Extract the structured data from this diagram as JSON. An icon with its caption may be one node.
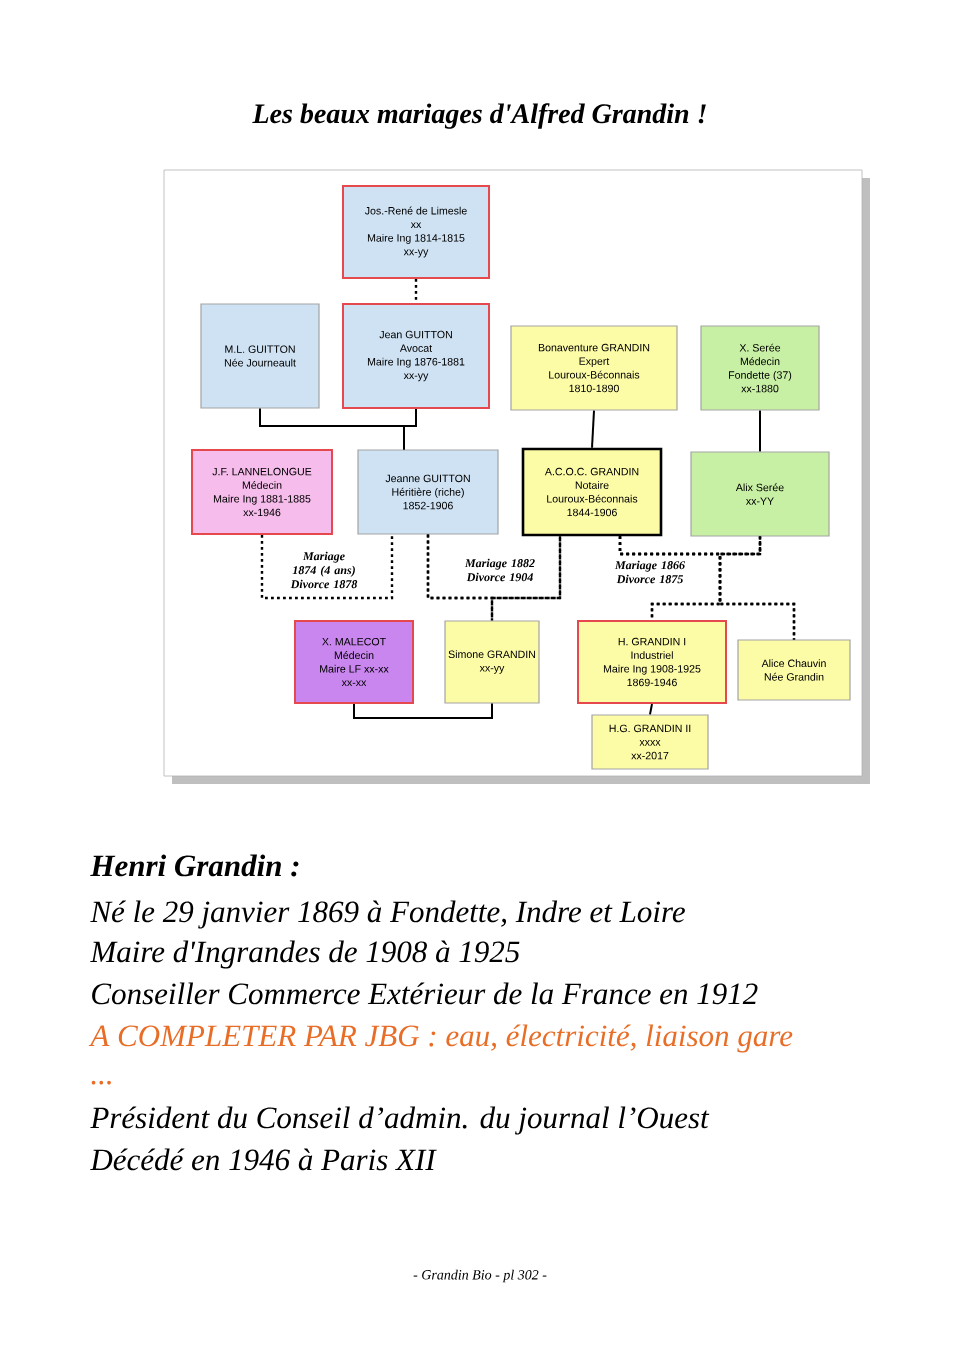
{
  "diagram": {
    "title": "Les beaux mariages d'Alfred Grandin !",
    "nodes": [
      {
        "text": [
          "Jos.-René de Limesle",
          "xx",
          "Maire Ing 1814-1815",
          "xx-yy"
        ]
      },
      {
        "text": [
          "M.L. GUITTON",
          "Née Journeault"
        ]
      },
      {
        "text": [
          "Jean GUITTON",
          "Avocat",
          "Maire Ing 1876-1881",
          "xx-yy"
        ]
      },
      {
        "text": [
          "Bonaventure GRANDIN",
          "Expert",
          "Louroux-Béconnais",
          "1810-1890"
        ]
      },
      {
        "text": [
          "X. Serée",
          "Médecin",
          "Fondette (37)",
          "xx-1880"
        ]
      },
      {
        "text": [
          "J.F. LANNELONGUE",
          "Médecin",
          "Maire Ing 1881-1885",
          "xx-1946"
        ]
      },
      {
        "text": [
          "Jeanne GUITTON",
          "Héritière (riche)",
          "1852-1906"
        ]
      },
      {
        "text": [
          "A.C.O.C. GRANDIN",
          "Notaire",
          "Louroux-Béconnais",
          "1844-1906"
        ]
      },
      {
        "text": [
          "Alix Serée",
          "xx-YY"
        ]
      },
      {
        "text": [
          "X. MALECOT",
          "Médecin",
          "Maire LF xx-xx",
          "xx-xx"
        ]
      },
      {
        "text": [
          "Simone GRANDIN",
          "xx-yy"
        ]
      },
      {
        "text": [
          "H. GRANDIN I",
          "Industriel",
          "Maire Ing 1908-1925",
          "1869-1946"
        ]
      },
      {
        "text": [
          "Alice Chauvin",
          "Née Grandin"
        ]
      },
      {
        "text": [
          "H.G. GRANDIN II",
          "xxxx",
          "xx-2017"
        ]
      }
    ],
    "edges": [
      {
        "from": 0,
        "to": 2,
        "arrow": "none",
        "style": "dashed"
      },
      {
        "from": 1,
        "to": 6,
        "arrow": "none"
      },
      {
        "from": 2,
        "to": 6,
        "arrow": "none"
      },
      {
        "from": 3,
        "to": 7,
        "arrow": "none"
      },
      {
        "from": 4,
        "to": 8,
        "arrow": "none"
      },
      {
        "from": 5,
        "to": 6,
        "arrow": "none",
        "style": "dashed",
        "label": "Mariage 1874 (4 ans) Divorce 1878"
      },
      {
        "from": 6,
        "to": 7,
        "arrow": "none",
        "style": "dashed",
        "label": "Mariage 1882 Divorce 1904"
      },
      {
        "from": 6,
        "to": 10,
        "arrow": "none",
        "style": "dashed"
      },
      {
        "from": 7,
        "to": 10,
        "arrow": "none",
        "style": "dashed"
      },
      {
        "from": 7,
        "to": 8,
        "arrow": "none",
        "style": "dashed",
        "label": "Mariage 1866 Divorce 1875"
      },
      {
        "from": 7,
        "to": 11,
        "arrow": "none",
        "style": "dashed"
      },
      {
        "from": 8,
        "to": 11,
        "arrow": "none",
        "style": "dashed"
      },
      {
        "from": 7,
        "to": 12,
        "arrow": "none",
        "style": "dashed"
      },
      {
        "from": 8,
        "to": 12,
        "arrow": "none",
        "style": "dashed"
      },
      {
        "from": 9,
        "to": 10,
        "arrow": "none"
      },
      {
        "from": 11,
        "to": 13,
        "arrow": "none"
      }
    ],
    "labels": [
      "Henri Grandin :",
      "Né le 29 janvier 1869 à Fondette, Indre et Loire",
      "Maire d'Ingrandes de 1908 à 1925",
      "Conseiller Commerce Extérieur de la France en 1912",
      "A COMPLETER PAR JBG : eau, électricité, liaison gare",
      "...",
      "Président du Conseil d’admin. du journal l’Ouest",
      "Décédé en 1946 à Paris XII",
      "- Grandin Bio - pl 302 -"
    ]
  }
}
